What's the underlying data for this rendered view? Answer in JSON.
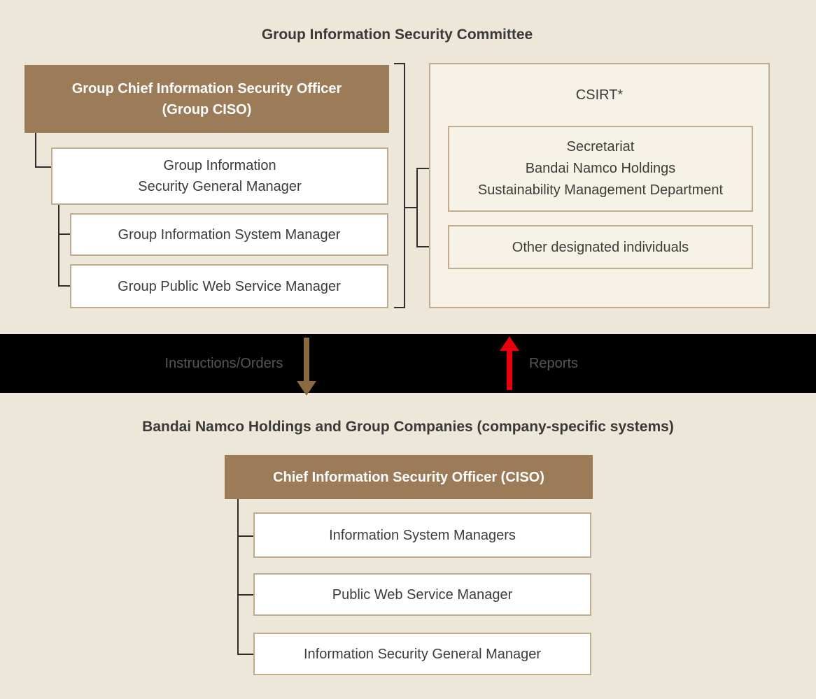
{
  "top_section": {
    "title": "Group Information Security Committee",
    "group_ciso_box": "Group Chief Information Security Officer\n(Group CISO)",
    "managers": {
      "general": "Group Information\nSecurity General Manager",
      "system": "Group Information System Manager",
      "web": "Group Public Web Service Manager"
    },
    "csirt": {
      "title": "CSIRT*",
      "secretariat": "Secretariat\nBandai Namco Holdings\nSustainability Management Department",
      "others": "Other designated individuals"
    }
  },
  "band": {
    "instructions_label": "Instructions/Orders",
    "reports_label": "Reports"
  },
  "bottom_section": {
    "title": "Bandai Namco Holdings and Group Companies (company-specific systems)",
    "ciso_box": "Chief Information Security Officer (CISO)",
    "managers": {
      "system": "Information System Managers",
      "web": "Public Web Service Manager",
      "general": "Information Security General Manager"
    }
  },
  "colors": {
    "background": "#EDE7DA",
    "brown_box": "#9B7B58",
    "box_border": "#C3AB8E",
    "white_box": "#FFFFFF",
    "csirt_fill": "#F6F2E7",
    "connector": "#2E2E2E",
    "band_background": "#000000",
    "band_text": "#55555A",
    "down_arrow": "#8A6A40",
    "up_arrow": "#E8000F",
    "text": "#3C3C3C"
  }
}
